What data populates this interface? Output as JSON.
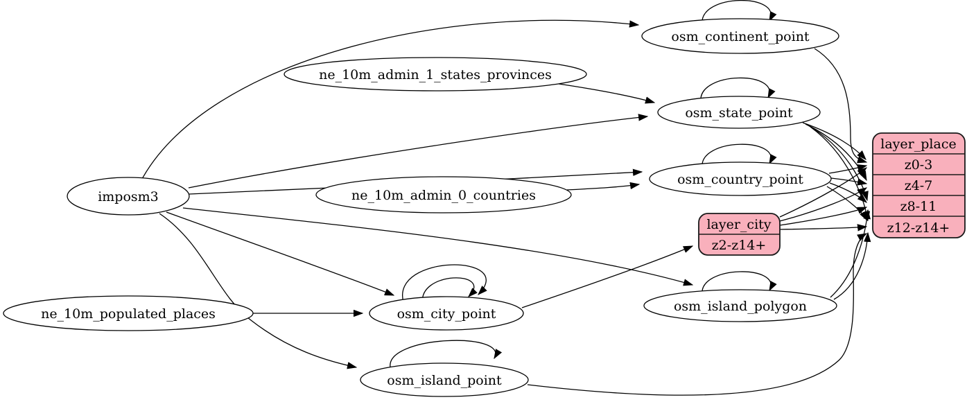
{
  "colors": {
    "background": "#ffffff",
    "edge": "#000000",
    "ellipse_fill": "#ffffff",
    "ellipse_stroke": "#000000",
    "record_fill": "#f9b0bc",
    "record_stroke": "#1a1a1a"
  },
  "nodes": {
    "imposm3": {
      "label": "imposm3"
    },
    "ne_10m_admin_1_states_provinces": {
      "label": "ne_10m_admin_1_states_provinces"
    },
    "ne_10m_admin_0_countries": {
      "label": "ne_10m_admin_0_countries"
    },
    "ne_10m_populated_places": {
      "label": "ne_10m_populated_places"
    },
    "osm_continent_point": {
      "label": "osm_continent_point"
    },
    "osm_state_point": {
      "label": "osm_state_point"
    },
    "osm_country_point": {
      "label": "osm_country_point"
    },
    "osm_city_point": {
      "label": "osm_city_point"
    },
    "osm_island_polygon": {
      "label": "osm_island_polygon"
    },
    "osm_island_point": {
      "label": "osm_island_point"
    }
  },
  "records": {
    "layer_city": {
      "title": "layer_city",
      "rows": [
        "z2-z14+"
      ]
    },
    "layer_place": {
      "title": "layer_place",
      "rows": [
        "z0-3",
        "z4-7",
        "z8-11",
        "z12-z14+"
      ]
    }
  },
  "edges": [
    {
      "from": "imposm3",
      "to": "osm_continent_point"
    },
    {
      "from": "imposm3",
      "to": "osm_state_point"
    },
    {
      "from": "imposm3",
      "to": "osm_country_point"
    },
    {
      "from": "imposm3",
      "to": "osm_city_point"
    },
    {
      "from": "imposm3",
      "to": "osm_island_polygon"
    },
    {
      "from": "imposm3",
      "to": "osm_island_point"
    },
    {
      "from": "ne_10m_admin_1_states_provinces",
      "to": "osm_state_point"
    },
    {
      "from": "ne_10m_admin_0_countries",
      "to": "osm_country_point"
    },
    {
      "from": "ne_10m_populated_places",
      "to": "osm_city_point"
    },
    {
      "from": "osm_continent_point",
      "to": "osm_continent_point"
    },
    {
      "from": "osm_state_point",
      "to": "osm_state_point"
    },
    {
      "from": "osm_country_point",
      "to": "osm_country_point"
    },
    {
      "from": "osm_city_point",
      "to": "osm_city_point"
    },
    {
      "from": "osm_city_point",
      "to": "osm_city_point"
    },
    {
      "from": "osm_island_polygon",
      "to": "osm_island_polygon"
    },
    {
      "from": "osm_island_point",
      "to": "osm_island_point"
    },
    {
      "from": "osm_continent_point",
      "to": "layer_place:z0-3"
    },
    {
      "from": "osm_state_point",
      "to": "layer_place:z0-3"
    },
    {
      "from": "osm_state_point",
      "to": "layer_place:z4-7"
    },
    {
      "from": "osm_state_point",
      "to": "layer_place:z8-11"
    },
    {
      "from": "osm_state_point",
      "to": "layer_place:z12-z14+"
    },
    {
      "from": "osm_country_point",
      "to": "layer_place:z0-3"
    },
    {
      "from": "osm_country_point",
      "to": "layer_place:z4-7"
    },
    {
      "from": "osm_country_point",
      "to": "layer_place:z8-11"
    },
    {
      "from": "osm_country_point",
      "to": "layer_place:z12-z14+"
    },
    {
      "from": "osm_city_point",
      "to": "layer_city:z2-z14+"
    },
    {
      "from": "layer_city",
      "to": "layer_place:z0-3"
    },
    {
      "from": "layer_city",
      "to": "layer_place:z4-7"
    },
    {
      "from": "layer_city",
      "to": "layer_place:z8-11"
    },
    {
      "from": "layer_city",
      "to": "layer_place:z12-z14+"
    },
    {
      "from": "osm_island_polygon",
      "to": "layer_place:z8-11"
    },
    {
      "from": "osm_island_polygon",
      "to": "layer_place:z12-z14+"
    },
    {
      "from": "osm_island_point",
      "to": "layer_place:z12-z14+"
    }
  ]
}
